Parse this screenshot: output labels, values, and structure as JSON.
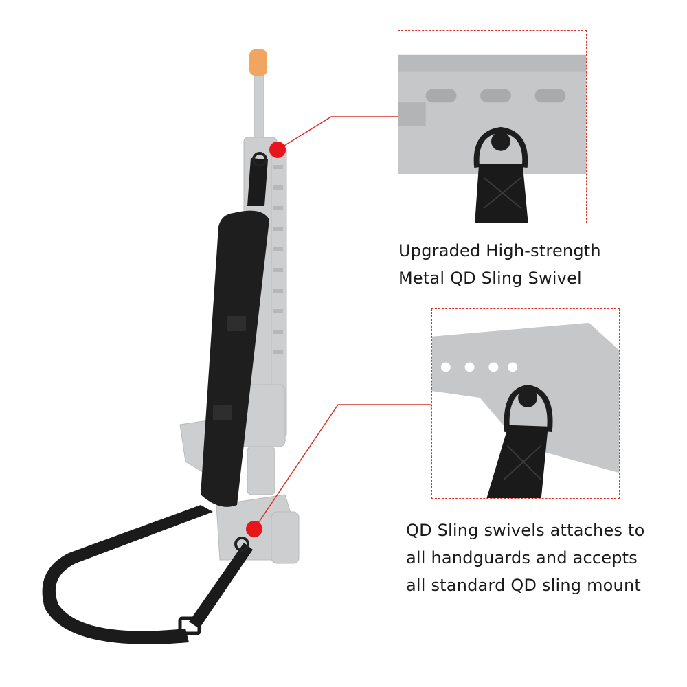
{
  "callouts": [
    {
      "lines": [
        "Upgraded High-strength",
        "Metal QD Sling Swivel"
      ]
    },
    {
      "lines": [
        "QD Sling swivels attaches to",
        "all handguards and accepts",
        "all standard QD sling mount"
      ]
    }
  ],
  "colors": {
    "marker": "#e8151b",
    "leader_line": "#d8322c",
    "dashed_border": "#d8322c",
    "rifle": "#c9cacb",
    "sling": "#1b1b1b",
    "muzzle_cap": "#f0a661"
  }
}
